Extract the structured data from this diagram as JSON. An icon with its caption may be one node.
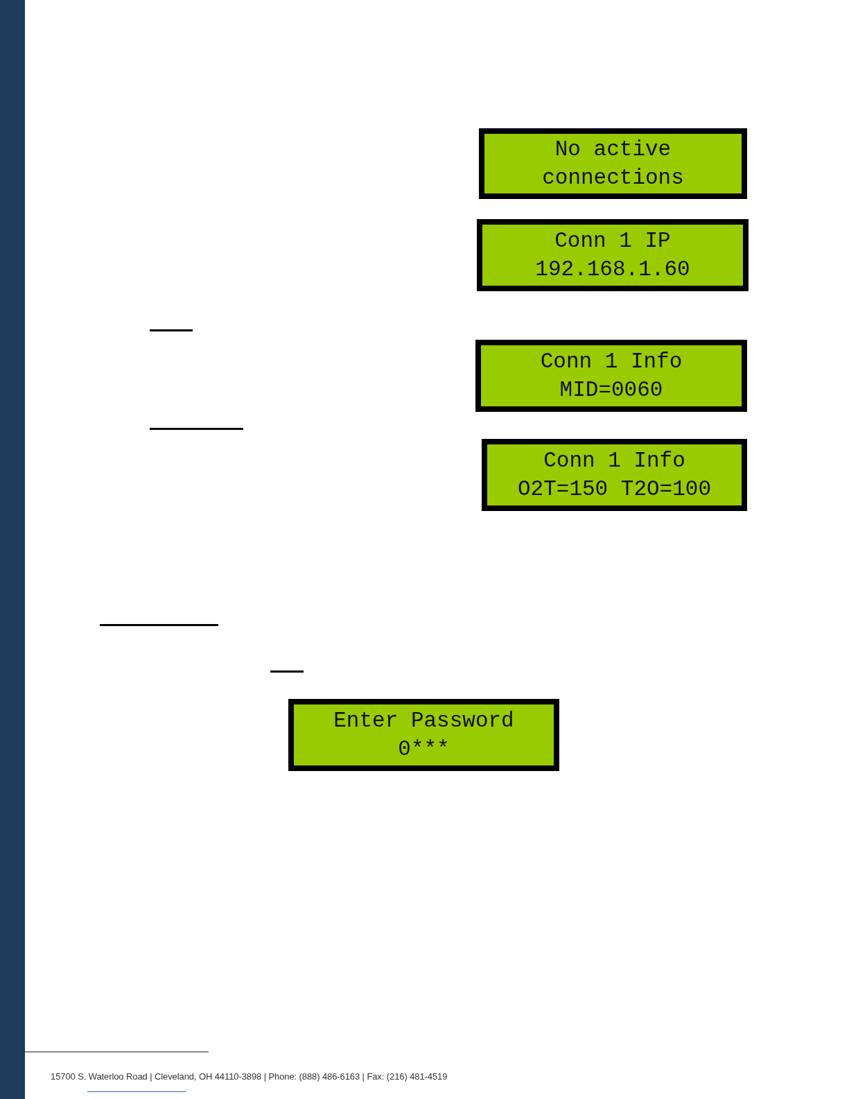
{
  "diagram": {
    "nodes": [
      {
        "text": [],
        "shape": "bar"
      },
      {
        "text": [
          "No active connections"
        ]
      },
      {
        "text": [
          "Conn 1 IP",
          "192.168.1.60"
        ]
      },
      {
        "text": [
          "Conn 1 Info",
          "MID=0060"
        ]
      },
      {
        "text": [
          "Conn 1 Info",
          "O2T=150 T2O=100"
        ]
      },
      {
        "text": [
          "Enter Password",
          "0***"
        ]
      }
    ],
    "edges": [],
    "labels": [
      "15700 S. Waterloo Road | Cleveland, OH 44110-3898 | Phone: (888) 486-6163 | Fax: (216) 481-4519"
    ]
  }
}
